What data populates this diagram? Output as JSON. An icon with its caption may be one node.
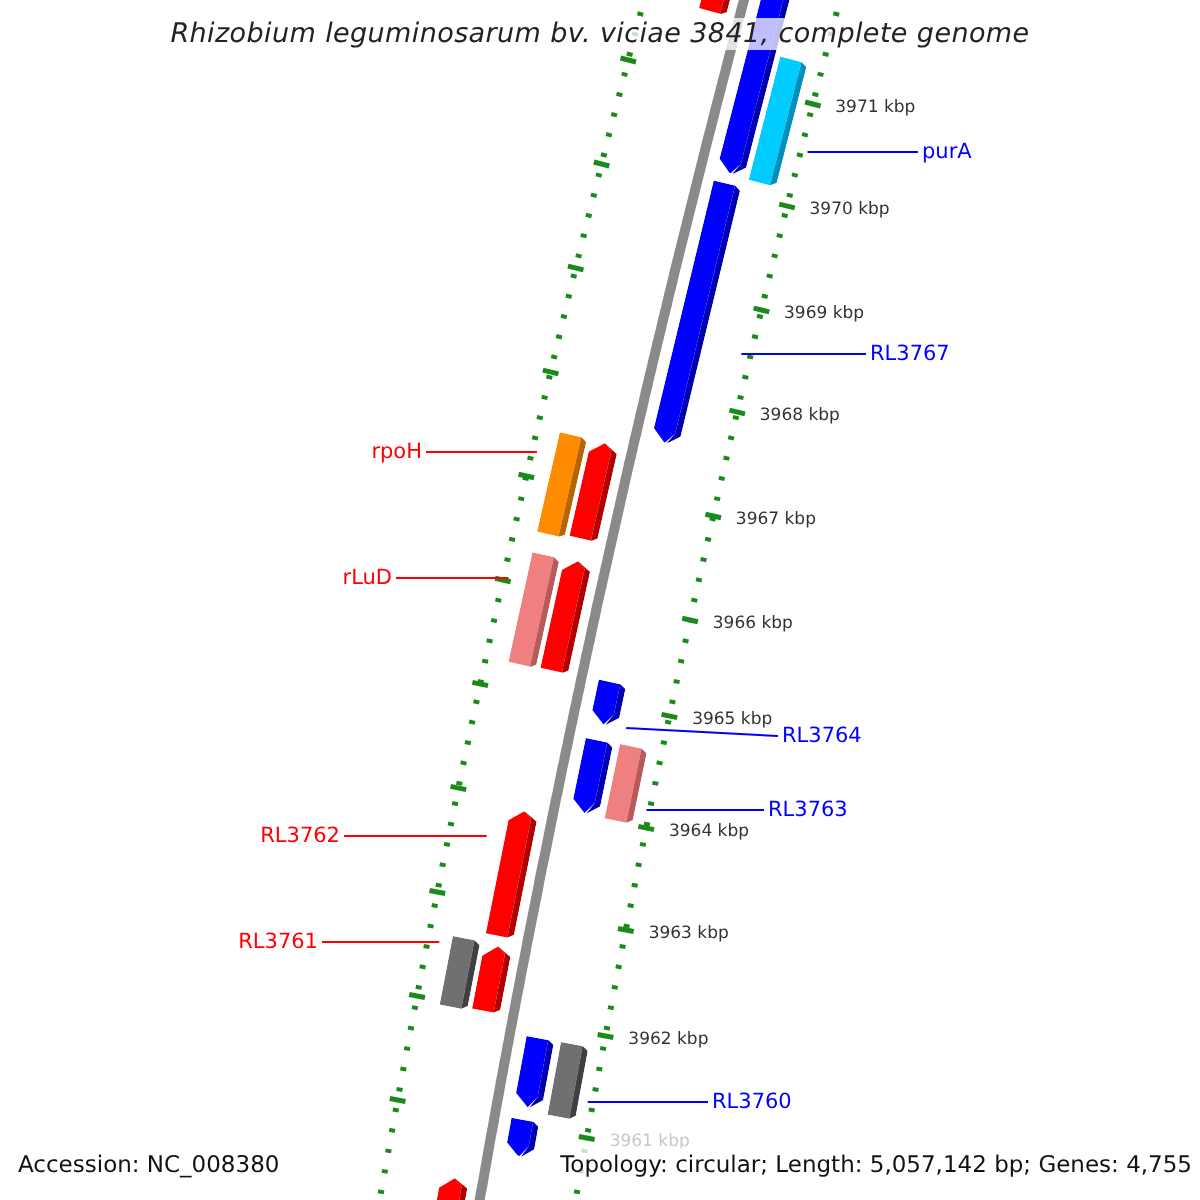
{
  "diagram": {
    "title": "Rhizobium leguminosarum bv. viciae 3841, complete genome",
    "nodes": [
      {
        "text": [
          "purA"
        ]
      },
      {
        "text": [],
        "shape": "bar"
      },
      {
        "text": [
          "RL3767"
        ]
      },
      {
        "text": [],
        "shape": "arrow"
      },
      {
        "text": [
          "rpoH"
        ]
      },
      {
        "text": [],
        "shape": "bar"
      },
      {
        "text": [
          "rLuD"
        ]
      },
      {
        "text": [],
        "shape": "bar"
      },
      {
        "text": [
          "RL3764"
        ]
      },
      {
        "text": [],
        "shape": "arrow"
      },
      {
        "text": [
          "RL3763"
        ]
      },
      {
        "text": [],
        "shape": "bar"
      },
      {
        "text": [
          "RL3762"
        ]
      },
      {
        "text": [],
        "shape": "arrow"
      },
      {
        "text": [
          "RL3761"
        ]
      },
      {
        "text": [],
        "shape": "bar"
      },
      {
        "text": [
          "RL3760"
        ]
      },
      {
        "text": [],
        "shape": "bar"
      },
      {
        "text": [],
        "shape": "arrow"
      },
      {
        "text": [],
        "shape": "arrow"
      },
      {
        "text": [],
        "shape": "arrow"
      },
      {
        "text": [],
        "shape": "arrow"
      },
      {
        "text": [],
        "shape": "arrow"
      },
      {
        "text": [],
        "shape": "arrow"
      },
      {
        "text": [],
        "shape": "arrow"
      },
      {
        "text": [],
        "shape": "arrow"
      },
      {
        "text": [],
        "shape": "arrow"
      }
    ],
    "edges": [
      {
        "from": 0,
        "to": 1,
        "arrow": "none"
      },
      {
        "from": 2,
        "to": 3,
        "arrow": "none"
      },
      {
        "from": 4,
        "to": 5,
        "arrow": "none",
        "color": "#ff0000"
      },
      {
        "from": 6,
        "to": 7,
        "arrow": "none",
        "color": "#ff0000"
      },
      {
        "from": 8,
        "to": 9,
        "arrow": "none"
      },
      {
        "from": 10,
        "to": 11,
        "arrow": "none"
      },
      {
        "from": 12,
        "to": 13,
        "arrow": "none",
        "color": "#ff0000"
      },
      {
        "from": 14,
        "to": 15,
        "arrow": "none",
        "color": "#ff0000"
      },
      {
        "from": 16,
        "to": 17,
        "arrow": "none"
      }
    ],
    "labels": [
      "3971 kbp",
      "3970 kbp",
      "3969 kbp",
      "3968 kbp",
      "3967 kbp",
      "3966 kbp",
      "3965 kbp",
      "3964 kbp",
      "3963 kbp",
      "3962 kbp",
      "3961 kbp",
      "Accession: NC_008380",
      "Topology: circular; Length: 5,057,142 bp; Genes: 4,755"
    ]
  }
}
